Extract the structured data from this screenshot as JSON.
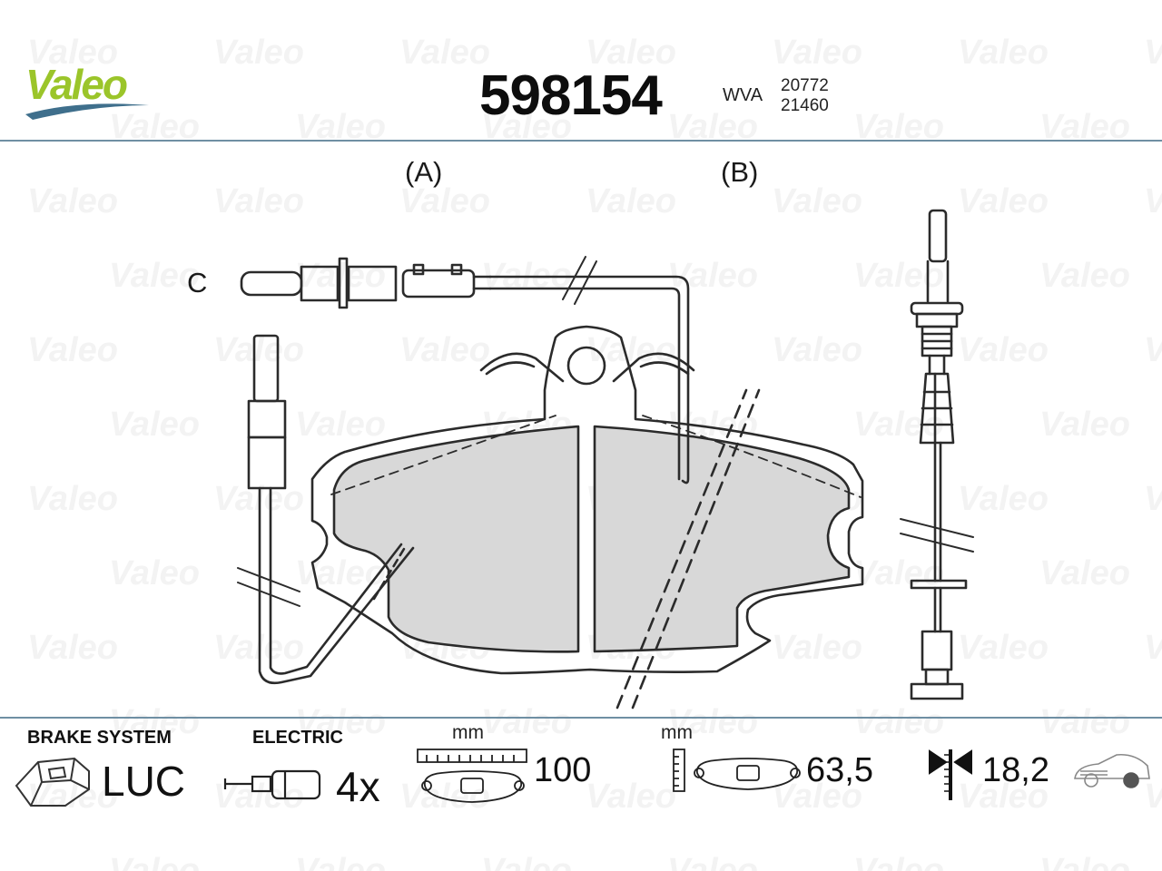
{
  "header": {
    "brand": "Valeo",
    "part_number": "598154",
    "wva_label": "WVA",
    "wva_numbers": [
      "20772",
      "21460"
    ]
  },
  "drawing": {
    "view_labels": [
      "(A)",
      "(B)"
    ],
    "sensor_label": "C"
  },
  "footer": {
    "brake_system_label": "BRAKE SYSTEM",
    "brake_system_value": "LUC",
    "electric_label": "ELECTRIC",
    "electric_value": "4x",
    "width_unit": "mm",
    "width_value": "100",
    "height_unit": "mm",
    "height_value": "63,5",
    "thickness_value": "18,2"
  },
  "colors": {
    "brand": "#9bc52a",
    "pad_fill": "#d8d8d8",
    "line": "#2b2b2b",
    "rule": "#6f8fa3"
  },
  "watermark_text": "Valeo"
}
